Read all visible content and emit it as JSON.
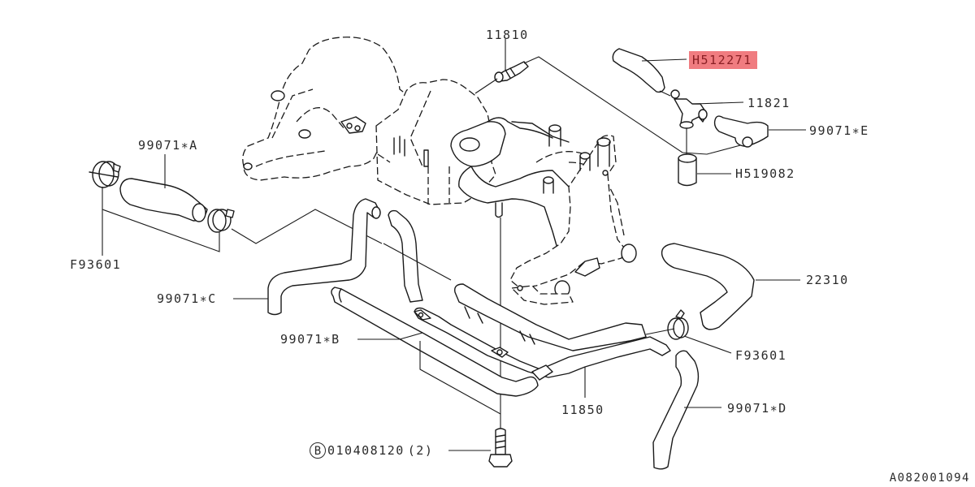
{
  "diagram": {
    "figure_id": "A082001094",
    "highlight_color": "#f07c80",
    "callouts": [
      {
        "id": "c-11810",
        "part_number": "11810",
        "highlighted": false
      },
      {
        "id": "c-h512271",
        "part_number": "H512271",
        "highlighted": true
      },
      {
        "id": "c-11821",
        "part_number": "11821",
        "highlighted": false
      },
      {
        "id": "c-99071e",
        "part_number": "99071∗E",
        "highlighted": false
      },
      {
        "id": "c-h519082",
        "part_number": "H519082",
        "highlighted": false
      },
      {
        "id": "c-99071a",
        "part_number": "99071∗A",
        "highlighted": false
      },
      {
        "id": "c-f93601-left",
        "part_number": "F93601",
        "highlighted": false
      },
      {
        "id": "c-99071c",
        "part_number": "99071∗C",
        "highlighted": false
      },
      {
        "id": "c-99071b",
        "part_number": "99071∗B",
        "highlighted": false
      },
      {
        "id": "c-22310",
        "part_number": "22310",
        "highlighted": false
      },
      {
        "id": "c-f93601-right",
        "part_number": "F93601",
        "highlighted": false
      },
      {
        "id": "c-11850",
        "part_number": "11850",
        "highlighted": false
      },
      {
        "id": "c-99071d",
        "part_number": "99071∗D",
        "highlighted": false
      },
      {
        "id": "c-bolt",
        "part_number": "010408120",
        "symbol": "B",
        "quantity": "(2)",
        "highlighted": false
      }
    ]
  }
}
